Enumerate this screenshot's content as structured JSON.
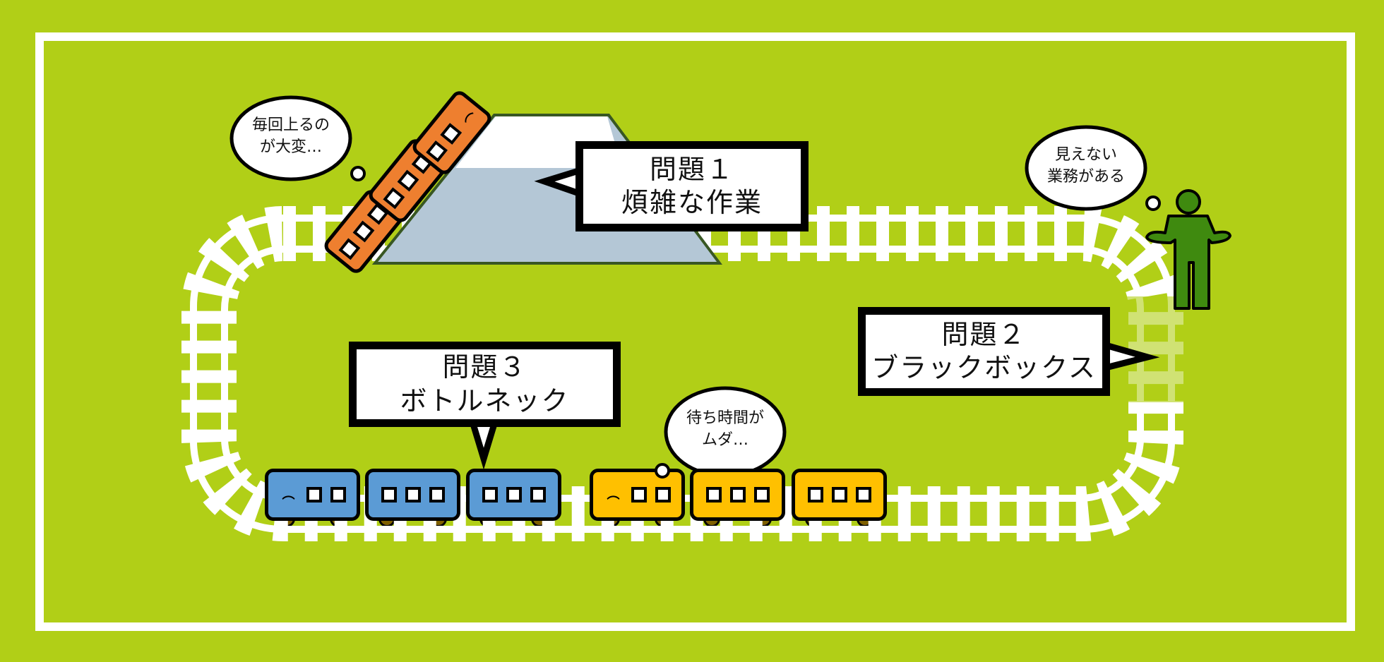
{
  "problems": [
    {
      "title": "問題１",
      "subtitle": "煩雑な作業"
    },
    {
      "title": "問題２",
      "subtitle": "ブラックボックス"
    },
    {
      "title": "問題３",
      "subtitle": "ボトルネック"
    }
  ],
  "thoughts": {
    "climb": {
      "line1": "毎回上るの",
      "line2": "が大変…"
    },
    "hidden": {
      "line1": "見えない",
      "line2": "業務がある"
    },
    "wait": {
      "line1": "待ち時間が",
      "line2": "ムダ…"
    }
  },
  "colors": {
    "background": "#b1cf17",
    "orange_train": "#ee7f2f",
    "blue_train": "#5b9bd5",
    "yellow_train": "#ffc000",
    "mountain": "#b4c7d6",
    "person": "#3f8a0f"
  }
}
